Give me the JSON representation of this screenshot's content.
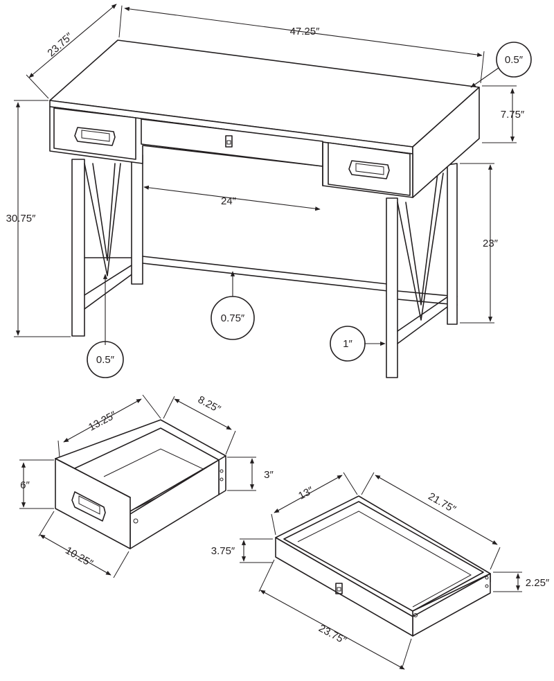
{
  "desk": {
    "width": "47.25″",
    "depth": "23.75″",
    "top_thickness": "0.5″",
    "drawer_box_height": "7.75″",
    "leg_span": "24″",
    "overall_height": "30.75″",
    "knee_clearance": "23″",
    "brace_thickness": "0.75″",
    "leg_width": "1″",
    "panel_thickness": "0.5″"
  },
  "small_drawer": {
    "length": "13.25″",
    "width": "8.25″",
    "front_height": "6″",
    "inner_height": "3″",
    "front_width": "10.25″"
  },
  "center_drawer": {
    "depth": "13″",
    "width": "21.75″",
    "front_height": "3.75″",
    "inner_height": "2.25″",
    "front_width": "23.75″"
  }
}
